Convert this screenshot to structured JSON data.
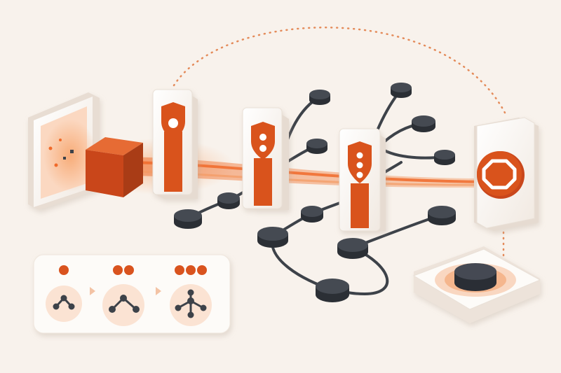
{
  "colors": {
    "background": "#f8f2ec",
    "accent": "#d9531e",
    "accent_light": "#f39a62",
    "node": "#3d4249",
    "panel": "#fdfbf8",
    "panel_edge": "#e9e0d7",
    "dotted": "#e48b5a"
  },
  "diagram": {
    "source_icon": "emitter-panel-icon",
    "payload_icon": "orange-cube-icon",
    "checkpoints": [
      {
        "icon": "shield-one-dot-icon",
        "dots": 1
      },
      {
        "icon": "shield-two-dots-icon",
        "dots": 2
      },
      {
        "icon": "shield-three-dots-icon",
        "dots": 3
      }
    ],
    "stop_icon": "octagon-stop-icon",
    "terminal_icon": "base-button-icon",
    "legend": {
      "steps": [
        {
          "dots": 1,
          "branches": 2
        },
        {
          "dots": 2,
          "branches": 3
        },
        {
          "dots": 3,
          "branches": 4
        }
      ],
      "arrow_icon": "triangle-arrow-icon"
    }
  }
}
